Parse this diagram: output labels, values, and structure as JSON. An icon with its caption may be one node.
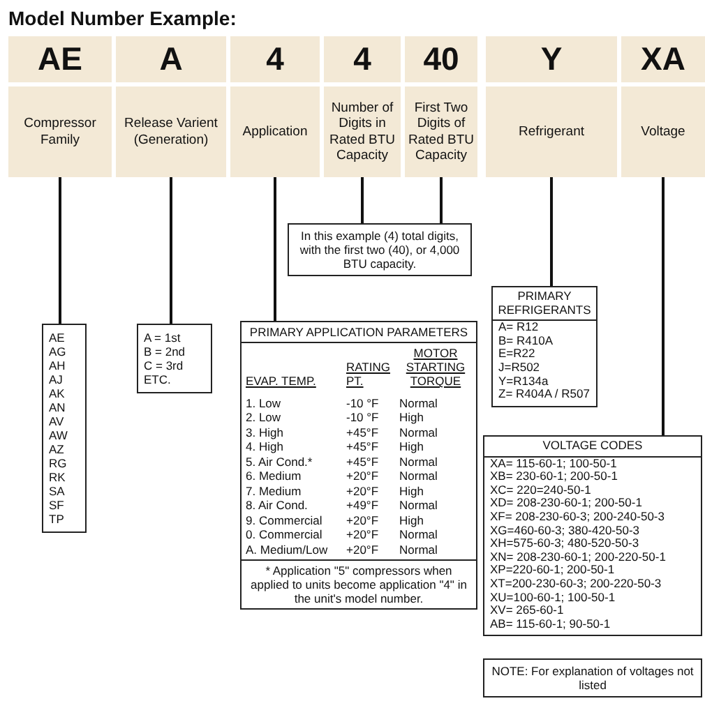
{
  "diagram": {
    "title": "Model Number Example:",
    "nodes": [
      {
        "text": [
          "AE"
        ]
      },
      {
        "text": [
          "A"
        ]
      },
      {
        "text": [
          "4"
        ]
      },
      {
        "text": [
          "4"
        ]
      },
      {
        "text": [
          "40"
        ]
      },
      {
        "text": [
          "Y"
        ]
      },
      {
        "text": [
          "XA"
        ]
      },
      {
        "text": [
          "Compressor Family"
        ]
      },
      {
        "text": [
          "Release Varient (Generation)"
        ]
      },
      {
        "text": [
          "Application"
        ]
      },
      {
        "text": [
          "Number of Digits in Rated BTU Capacity"
        ]
      },
      {
        "text": [
          "First Two Digits of Rated BTU Capacity"
        ]
      },
      {
        "text": [
          "Refrigerant"
        ]
      },
      {
        "text": [
          "Voltage"
        ]
      },
      {
        "text": [
          "In this example (4) total digits, with the first two (40), or 4,000 BTU capacity."
        ]
      },
      {
        "text": [
          "PRIMARY REFRIGERANTS",
          "A= R12",
          "B= R410A",
          "E=R22",
          "J=R502",
          "Y=R134a",
          "Z= R404A / R507"
        ]
      },
      {
        "text": [
          "AE",
          "AG",
          "AH",
          "AJ",
          "AK",
          "AN",
          "AV",
          "AW",
          "AZ",
          "RG",
          "RK",
          "SA",
          "SF",
          "TP"
        ]
      },
      {
        "text": [
          "A = 1st",
          "B = 2nd",
          "C = 3rd",
          "ETC."
        ]
      },
      {
        "text": [
          "PRIMARY APPLICATION PARAMETERS",
          "EVAP. TEMP.",
          "RATING PT.",
          "MOTOR STARTING TORQUE",
          "1. Low",
          "-10 °F",
          "Normal",
          "2. Low",
          "-10 °F",
          "High",
          "3. High",
          "+45°F",
          "Normal",
          "4. High",
          "+45°F",
          "High",
          "5. Air Cond.*",
          "+45°F",
          "Normal",
          "6. Medium",
          "+20°F",
          "Normal",
          "7. Medium",
          "+20°F",
          "High",
          "8. Air Cond.",
          "+49°F",
          "Normal",
          "9. Commercial",
          "+20°F",
          "High",
          "0. Commercial",
          "+20°F",
          "Normal",
          "A. Medium/Low",
          "+20°F",
          "Normal",
          "* Application \"5\" compressors when applied to units become application \"4\" in the unit's model number."
        ]
      },
      {
        "text": [
          "VOLTAGE CODES",
          "XA= 115-60-1; 100-50-1",
          "XB= 230-60-1; 200-50-1",
          "XC= 220=240-50-1",
          "XD= 208-230-60-1; 200-50-1",
          "XF= 208-230-60-3; 200-240-50-3",
          "XG=460-60-3; 380-420-50-3",
          "XH=575-60-3; 480-520-50-3",
          "XN= 208-230-60-1; 200-220-50-1",
          "XP=220-60-1; 200-50-1",
          "XT=200-230-60-3; 200-220-50-3",
          "XU=100-60-1; 100-50-1",
          "XV= 265-60-1",
          "AB= 115-60-1; 90-50-1"
        ]
      },
      {
        "text": [
          "NOTE: For explanation of voltages not listed"
        ]
      }
    ],
    "edges": [
      {
        "from": 7,
        "to": 16,
        "arrow": "none"
      },
      {
        "from": 8,
        "to": 17,
        "arrow": "none"
      },
      {
        "from": 9,
        "to": 18,
        "arrow": "none"
      },
      {
        "from": 10,
        "to": 14,
        "arrow": "none"
      },
      {
        "from": 11,
        "to": 14,
        "arrow": "none"
      },
      {
        "from": 12,
        "to": 15,
        "arrow": "none"
      },
      {
        "from": 13,
        "to": 19,
        "arrow": "none"
      }
    ]
  }
}
